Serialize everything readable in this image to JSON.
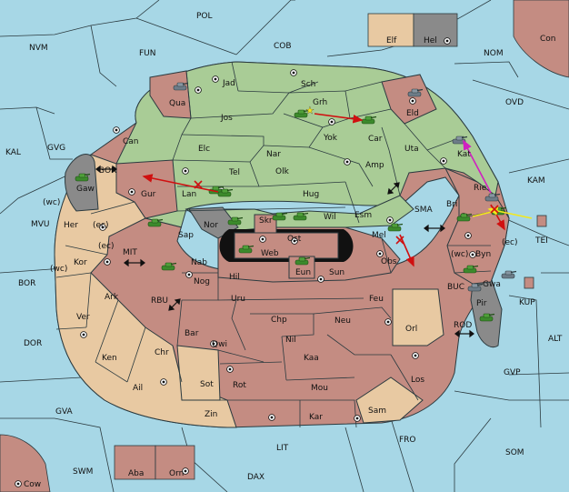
{
  "colors": {
    "sea": "#a7d7e6",
    "green": "#a9cc96",
    "red": "#c48c82",
    "tan": "#e8c9a2",
    "gray": "#8a8a8a",
    "border": "#2b3a3f",
    "move": "#d01010",
    "magenta": "#d020c0",
    "yellow": "#f4e81c",
    "unit": "#3c8a2c"
  },
  "icons": {
    "supply_center": "supply-center-icon",
    "army": "tank-icon",
    "fleet": "tank-icon",
    "star": "star-icon",
    "arrow": "double-arrow-icon"
  },
  "sea_labels": [
    "POL",
    "NVM",
    "FUN",
    "COB",
    "NOM",
    "Con",
    "OVD",
    "KAL",
    "GVG",
    "GOR",
    "KAM",
    "MVU",
    "SMA",
    "BOR",
    "MIT",
    "TEI",
    "RBU",
    "BUC",
    "KUP",
    "DOR",
    "ROD",
    "ALT",
    "GVP",
    "GVA",
    "FRO",
    "SOM",
    "LIT",
    "SWM",
    "DAX",
    "Cow",
    "Elf",
    "Hel",
    "Aba",
    "Orn"
  ],
  "land_labels": [
    "Jad",
    "Sch",
    "Qua",
    "Grh",
    "Eld",
    "Jos",
    "Can",
    "Car",
    "Yok",
    "Uta",
    "Elc",
    "Nar",
    "Kat",
    "Amp",
    "Tel",
    "Olk",
    "Gaw",
    "Gur",
    "Lan",
    "Hug",
    "Rie",
    "Bri",
    "Esm",
    "Wil",
    "Nor",
    "Skr",
    "Sap",
    "Ost",
    "Mel",
    "Her",
    "Web",
    "Byn",
    "Kor",
    "Nab",
    "Eun",
    "Obs",
    "Sun",
    "Gwa",
    "Hil",
    "Nog",
    "Ark",
    "Pir",
    "Uru",
    "Feu",
    "Ver",
    "Orl",
    "Chp",
    "Neu",
    "Bar",
    "Qwi",
    "Nil",
    "Ken",
    "Chr",
    "Kaa",
    "Sot",
    "Rot",
    "Los",
    "Ail",
    "Mou",
    "Zin",
    "Kar",
    "Sam"
  ],
  "coast_labels": [
    "(wc)",
    "(ec)",
    "(ec)",
    "(wc)",
    "(wc)",
    "(ec)"
  ]
}
